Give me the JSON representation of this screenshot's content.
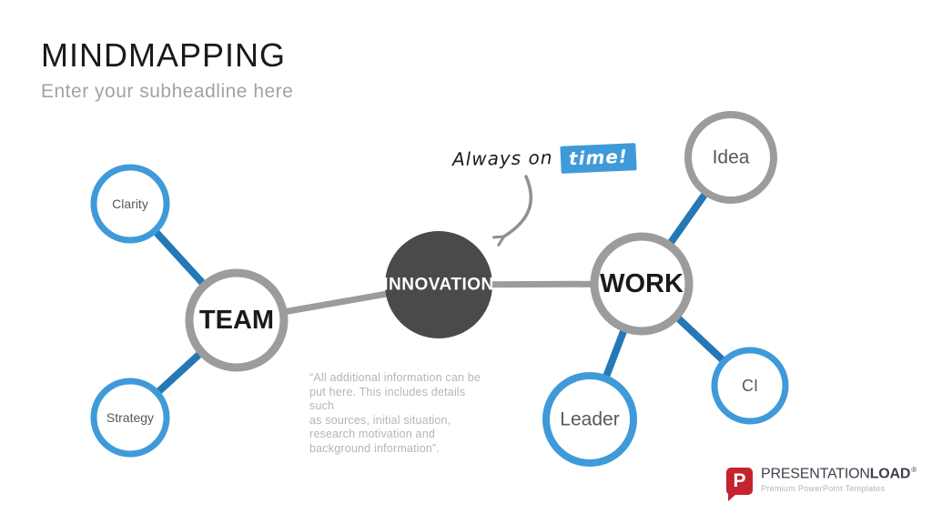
{
  "slide": {
    "title": "MINDMAPPING",
    "subtitle": "Enter your subheadline here"
  },
  "mindmap": {
    "center": {
      "label": "INNOVATION"
    },
    "nodes": {
      "team": "TEAM",
      "work": "WORK",
      "clarity": "Clarity",
      "strategy": "Strategy",
      "idea": "Idea",
      "ci": "CI",
      "leader": "Leader"
    },
    "annotation": {
      "plain": "Always on",
      "highlight": "time!"
    }
  },
  "note": {
    "lines": [
      "“All additional information can be",
      "put here. This includes details such",
      "as sources, initial situation,",
      "research motivation and",
      "background information”."
    ]
  },
  "logo": {
    "monogram": "P",
    "brand_primary": "PRESENTATION",
    "brand_secondary": "LOAD",
    "registered": "®",
    "tagline": "Premium PowerPoint Templates"
  },
  "colors": {
    "accent_blue": "#3f9ad9",
    "line_blue": "#2478b5",
    "line_gray": "#9c9c9c",
    "dark_node": "#4a4a4a",
    "label_gray": "#595959",
    "title_color": "#1a1a1a",
    "subtitle_color": "#a3a3a3",
    "note_color": "#b5b5b5",
    "logo_red": "#c5232d",
    "logo_dark": "#3c424b"
  }
}
